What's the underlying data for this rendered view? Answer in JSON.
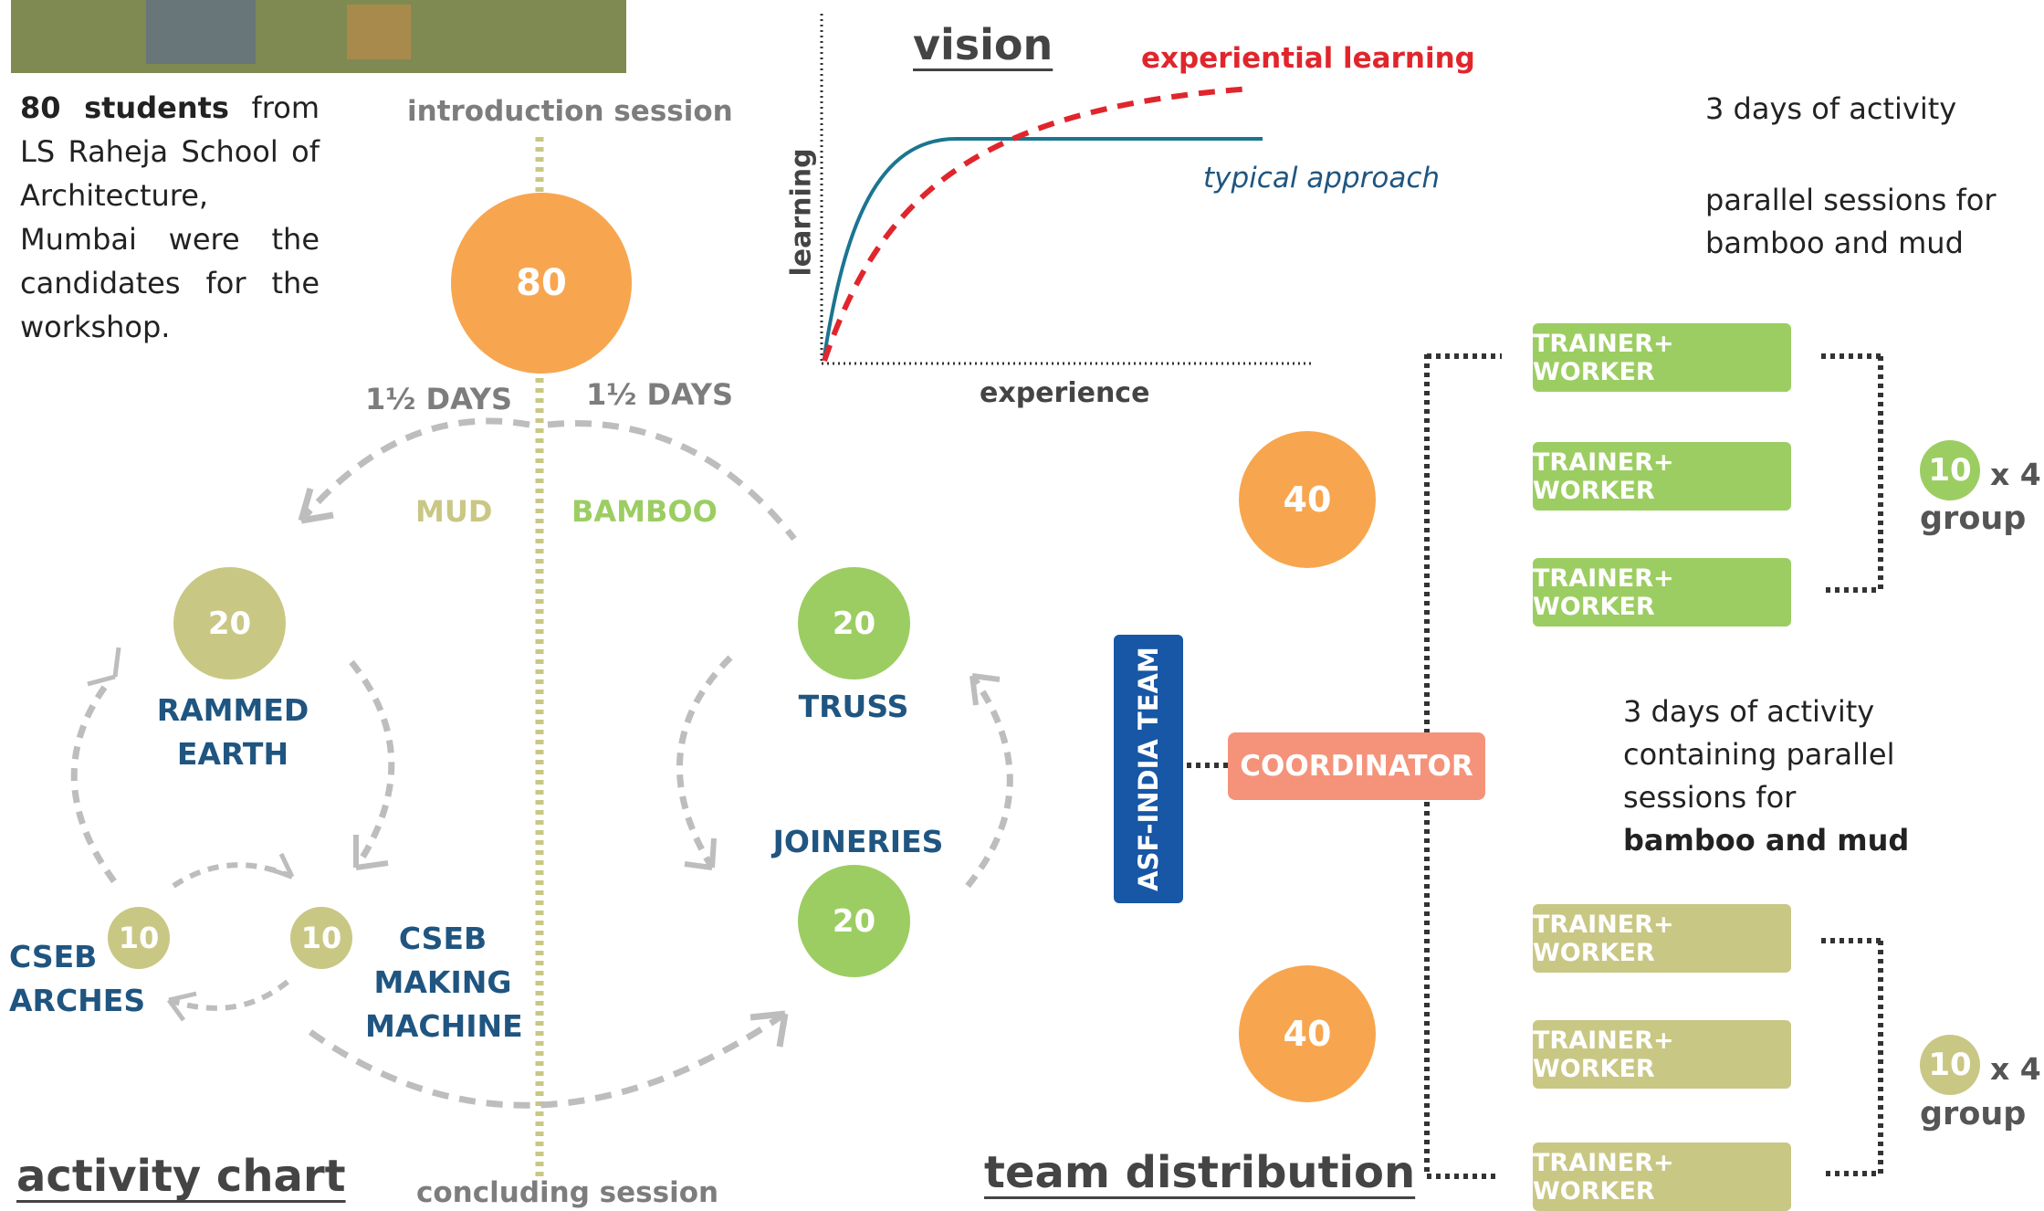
{
  "intro": {
    "bold": "80 students",
    "rest": " from LS Raheja School of Architecture, Mumbai were the candidates for the workshop."
  },
  "activity": {
    "intro_session": "introduction session",
    "concluding_session": "concluding session",
    "total": "80",
    "left_days": "1½ DAYS",
    "right_days": "1½ DAYS",
    "mud": "MUD",
    "bamboo": "BAMBOO",
    "rammed_earth_count": "20",
    "rammed_earth": "RAMMED EARTH",
    "truss_count": "20",
    "truss": "TRUSS",
    "joineries_count": "20",
    "joineries": "JOINERIES",
    "cseb_arches_count": "10",
    "cseb_arches": "CSEB ARCHES",
    "cseb_machine_count": "10",
    "cseb_machine": "CSEB MAKING MACHINE",
    "title": "activity chart"
  },
  "vision": {
    "title": "vision",
    "experiential": "experiential learning",
    "typical": "typical approach",
    "ylabel": "learning",
    "xlabel": "experience"
  },
  "team": {
    "title": "team distribution",
    "asf": "ASF-INDIA TEAM",
    "coordinator": "COORDINATOR",
    "group_top_count": "40",
    "group_bottom_count": "40",
    "trainer_label": "TRAINER+ WORKER",
    "group_size": "10",
    "multiplier": "x 4",
    "group_word": "group",
    "note1": "3 days of activity",
    "note2": "parallel sessions for bamboo and mud",
    "note3_plain": "3 days of activity containing parallel sessions for",
    "note3_bold": "bamboo and mud"
  },
  "colors": {
    "orange": "#f7a64f",
    "olive": "#c9c784",
    "green": "#9ccd62",
    "navy": "#1f5580",
    "coordinator": "#f4937a",
    "red_curve": "#e0262c",
    "blue_curve": "#1b7591"
  }
}
